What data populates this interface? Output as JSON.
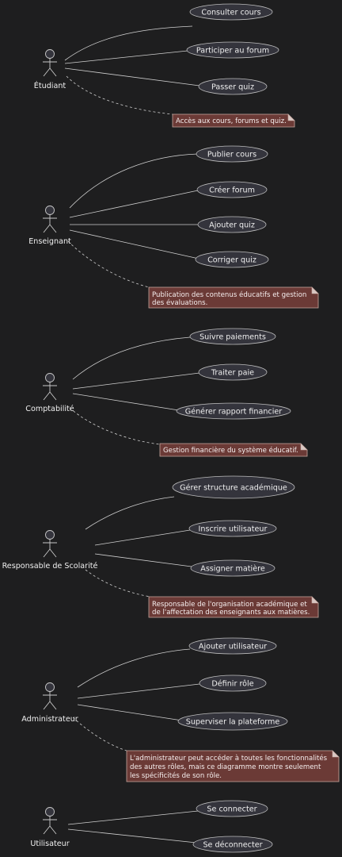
{
  "actors": [
    {
      "name": "Étudiant",
      "usecases": [
        "Consulter cours",
        "Participer au forum",
        "Passer quiz"
      ],
      "note": [
        "Accès aux cours, forums et quiz."
      ]
    },
    {
      "name": "Enseignant",
      "usecases": [
        "Publier cours",
        "Créer forum",
        "Ajouter quiz",
        "Corriger quiz"
      ],
      "note": [
        "Publication des contenus éducatifs et gestion",
        "des évaluations."
      ]
    },
    {
      "name": "Comptabilité",
      "usecases": [
        "Suivre paiements",
        "Traiter paie",
        "Générer rapport financier"
      ],
      "note": [
        "Gestion financière du système éducatif."
      ]
    },
    {
      "name": "Responsable de Scolarité",
      "usecases": [
        "Gérer structure académique",
        "Inscrire utilisateur",
        "Assigner matière"
      ],
      "note": [
        "Responsable de l'organisation académique et",
        "de l'affectation des enseignants aux matières."
      ]
    },
    {
      "name": "Administrateur",
      "usecases": [
        "Ajouter utilisateur",
        "Définir rôle",
        "Superviser la plateforme"
      ],
      "note": [
        "L'administrateur peut accéder à toutes les fonctionnalités",
        "des autres rôles, mais ce diagramme montre seulement",
        "les spécificités de son rôle."
      ]
    },
    {
      "name": "Utilisateur",
      "usecases": [
        "Se connecter",
        "Se déconnecter"
      ],
      "note": []
    }
  ]
}
